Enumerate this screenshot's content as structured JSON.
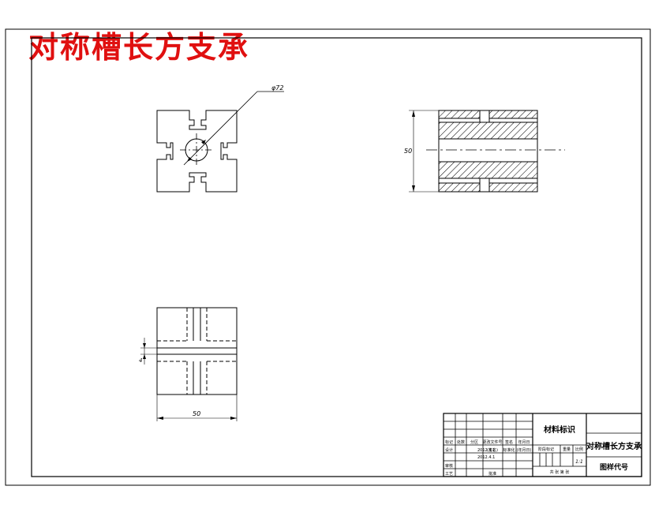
{
  "drawing": {
    "title": "对称槽长方支承"
  },
  "front_view": {
    "diameter_label": "φ72"
  },
  "side_view": {
    "height_dim": "50"
  },
  "top_view": {
    "width_dim": "50",
    "slot_dim": "4"
  },
  "title_block": {
    "material_label": "材料标识",
    "part_name": "对称槽长方支承",
    "drawing_code_label": "图样代号",
    "scale": "1:1",
    "row_labels": [
      "标记",
      "设计",
      "审核",
      "工艺"
    ],
    "column_labels": [
      "处数",
      "分区",
      "更改文件号",
      "签名",
      "年月日"
    ],
    "dates": [
      "2012.4.1",
      "2012.4.1"
    ],
    "standardization_label": "标准化",
    "signature_label": "(签名)",
    "approval_label": "(年月日)",
    "batch_label": "阶段标记",
    "weight_label": "重量",
    "ratio_label": "比例",
    "sheet_info": "共 张 第 张",
    "approved_label": "批准"
  },
  "colors": {
    "title_red": "#e01010",
    "line": "#000000"
  }
}
